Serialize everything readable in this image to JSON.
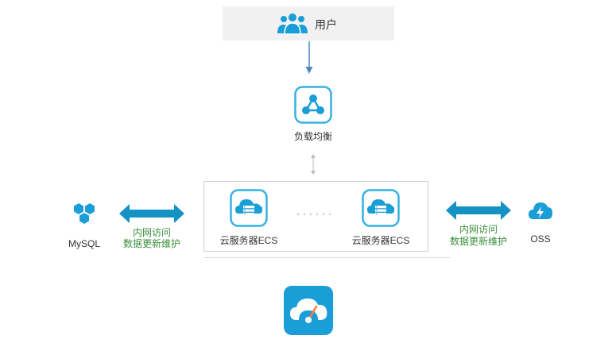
{
  "user": {
    "label": "用户",
    "icon": "users-icon"
  },
  "load_balancer": {
    "label": "负载均衡",
    "icon": "load-balancer-icon"
  },
  "ecs": {
    "items": [
      {
        "label": "云服务器ECS"
      },
      {
        "label": "云服务器ECS"
      }
    ],
    "icon": "cloud-server-icon"
  },
  "mysql": {
    "label": "MySQL",
    "icon": "mysql-icon"
  },
  "oss": {
    "label": "OSS",
    "icon": "oss-icon"
  },
  "left_link": {
    "line1": "内网访问",
    "line2": "数据更新维护"
  },
  "right_link": {
    "line1": "内网访问",
    "line2": "数据更新维护"
  },
  "monitor": {
    "icon": "cloud-monitor-icon"
  },
  "colors": {
    "accent": "#1a9ed8",
    "arrow": "#1592c4",
    "label_green": "#3a8f3a",
    "user_bg": "#f1f1f1"
  }
}
